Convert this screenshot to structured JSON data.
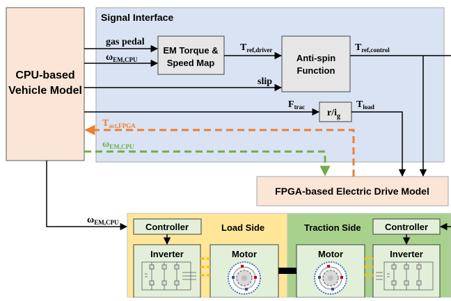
{
  "blocks": {
    "signal_interface": "Signal Interface",
    "vehicle_model": [
      "CPU-based",
      "Vehicle Model"
    ],
    "em_map": [
      "EM Torque &",
      "Speed Map"
    ],
    "anti_spin": [
      "Anti-spin",
      "Function"
    ],
    "ratio": {
      "main": "r/i",
      "sub": "g"
    },
    "fpga_model": "FPGA-based Electric Drive Model",
    "load_side": "Load Side",
    "traction_side": "Traction Side",
    "controller_load": "Controller",
    "controller_traction": "Controller",
    "inverter_load": "Inverter",
    "inverter_traction": "Inverter",
    "motor_load": "Motor",
    "motor_traction": "Motor"
  },
  "signals": {
    "gas_pedal": "gas pedal",
    "omega_em_cpu_in": {
      "main": "ω",
      "sub": "EM,CPU"
    },
    "slip": "slip",
    "t_ref_driver": {
      "main": "T",
      "sub": "ref,driver"
    },
    "t_ref_control": {
      "main": "T",
      "sub": "ref,control"
    },
    "f_trac": {
      "main": "F",
      "sub": "trac"
    },
    "t_load": {
      "main": "T",
      "sub": "load"
    },
    "t_act_fpga": {
      "main": "T",
      "sub": "act,FPGA"
    },
    "omega_em_cpu_feedback": {
      "main": "ω",
      "sub": "EM,CPU"
    },
    "omega_em_cpu_bottom": {
      "main": "ω",
      "sub": "EM,CPU"
    }
  },
  "colors": {
    "signal_interface_fill": "#dae3f3",
    "vehicle_fill": "#fbe5d6",
    "load_side_fill": "#ffe699",
    "traction_side_fill": "#a9d18e",
    "inner_block_fill": "#e2f0d9",
    "orange_signal": "#ed7d31",
    "green_signal": "#70ad47"
  }
}
